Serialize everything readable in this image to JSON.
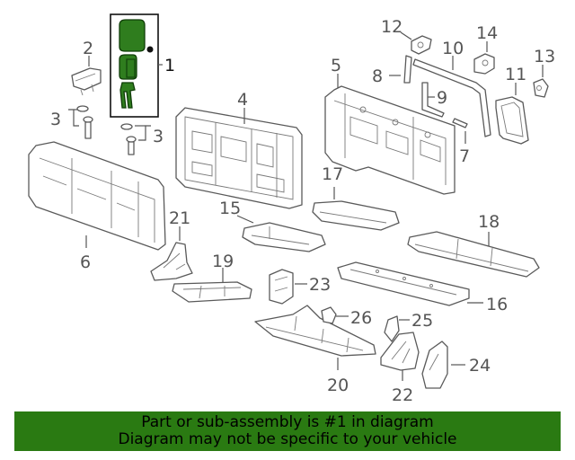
{
  "callouts": {
    "c1": "1",
    "c2": "2",
    "c3a": "3",
    "c3b": "3",
    "c4": "4",
    "c5": "5",
    "c6": "6",
    "c7": "7",
    "c8": "8",
    "c9": "9",
    "c10": "10",
    "c11": "11",
    "c12": "12",
    "c13": "13",
    "c14": "14",
    "c15": "15",
    "c16": "16",
    "c17": "17",
    "c18": "18",
    "c19": "19",
    "c20": "20",
    "c21": "21",
    "c22": "22",
    "c23": "23",
    "c24": "24",
    "c25": "25",
    "c26": "26"
  },
  "banner": {
    "line1": "Part or sub-assembly is #1 in diagram",
    "line2": "Diagram may not be specific to your vehicle"
  },
  "colors": {
    "highlight": "#2f7d1e",
    "banner": "#2a7a12",
    "line": "#5a5a5a"
  }
}
